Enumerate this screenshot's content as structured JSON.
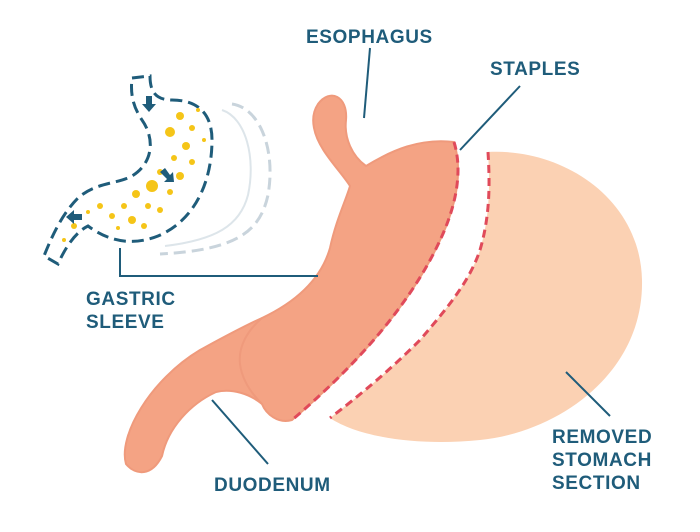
{
  "labels": {
    "esophagus": "ESOPHAGUS",
    "staples": "STAPLES",
    "gastric_sleeve": [
      "GASTRIC",
      "SLEEVE"
    ],
    "duodenum": "DUODENUM",
    "removed_section": [
      "REMOVED",
      "STOMACH",
      "SECTION"
    ]
  },
  "colors": {
    "label_text": "#1f5c7a",
    "leader_line": "#1f5c7a",
    "sleeve_fill": "#f4a384",
    "sleeve_outline": "#ef9a7c",
    "removed_fill": "#fbd1b3",
    "staple_line": "#e04a5a",
    "mini_outline": "#1f5c7a",
    "mini_removed_outline": "#c9d4dc",
    "mini_dots": "#f5c518"
  }
}
